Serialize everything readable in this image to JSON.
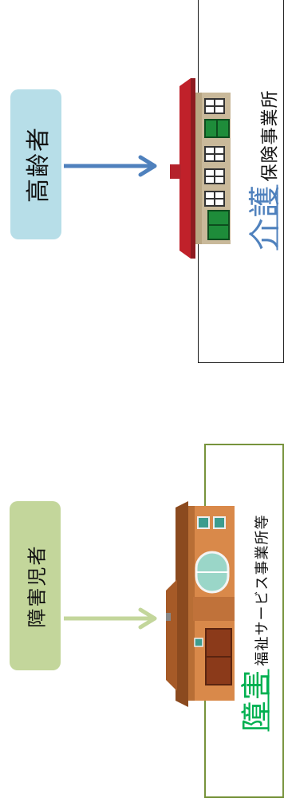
{
  "elderly": {
    "label": "高齢者",
    "service_big": "介護",
    "service_rest": "保険事業所",
    "colors": {
      "pill": "#b7dee8",
      "arrow": "#4f81bd",
      "accent": "#4f81bd"
    }
  },
  "disabled": {
    "label": "障害児者",
    "service_big": "障害",
    "service_rest": "福祉サービス事業所等",
    "colors": {
      "pill": "#c3d69b",
      "arrow": "#c3d69b",
      "accent": "#00b050"
    }
  },
  "icons": [
    "care-facility-building-icon",
    "welfare-house-icon",
    "arrow-right-icon"
  ]
}
